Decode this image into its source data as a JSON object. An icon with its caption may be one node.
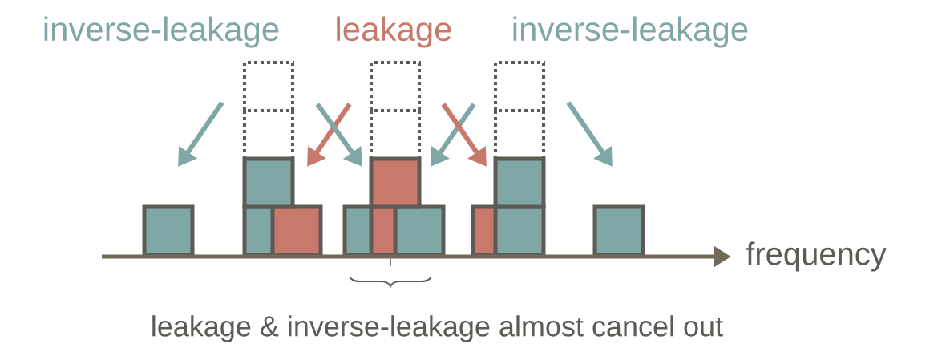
{
  "diagram": {
    "labels": [
      "inverse-leakage",
      "leakage",
      "inverse-leakage",
      "frequency",
      "leakage & inverse-leakage almost cancel out"
    ]
  }
}
